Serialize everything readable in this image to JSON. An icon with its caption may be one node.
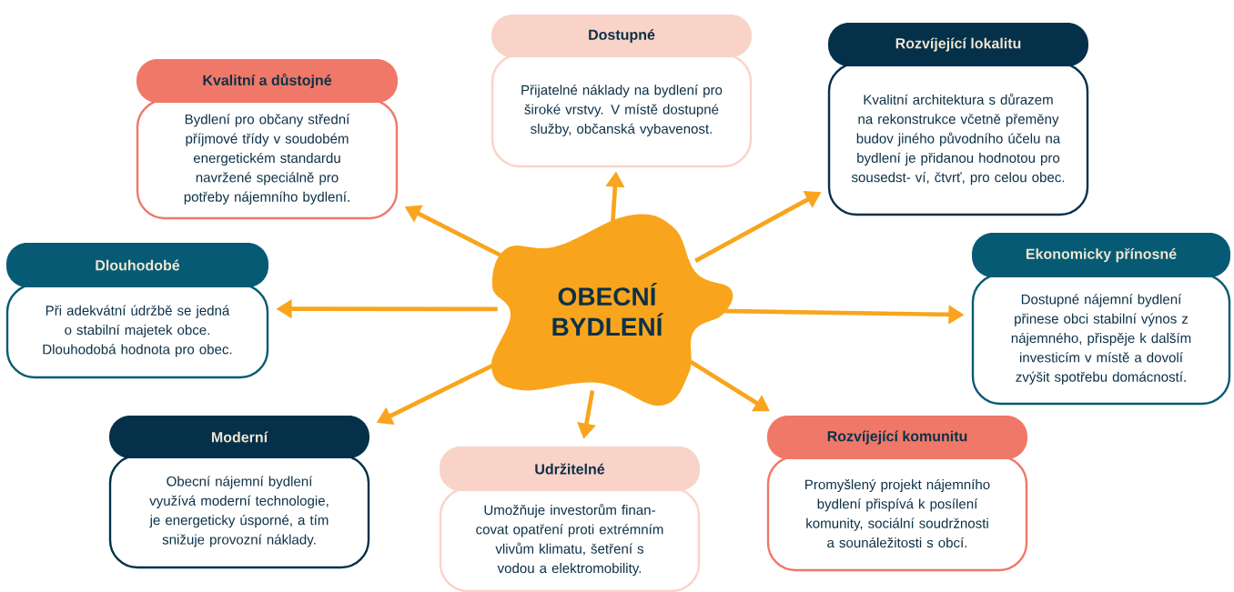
{
  "diagram": {
    "nodes": [
      {
        "text": [
          "OBECNÍ BYDLENÍ"
        ]
      },
      {
        "text": [
          "Dostupné",
          "Přijatelné náklady na bydlení pro široké vrstvy. V místě dostupné služby, občanská vybavenost."
        ]
      },
      {
        "text": [
          "Rozvíjející lokalitu",
          "Kvalitní architektura s důrazem na rekonstrukce včetně přeměny budov jiného původního účelu na bydlení je přidanou hodnotou pro sousedst- ví, čtvrť, pro celou obec."
        ]
      },
      {
        "text": [
          "Kvalitní a důstojné",
          "Bydlení pro občany střední příjmové třídy v soudobém energetickém standardu navržené speciálně pro potřeby nájemního bydlení."
        ]
      },
      {
        "text": [
          "Dlouhodobé",
          "Při adekvátní údržbě se jedná o stabilní majetek obce. Dlouhodobá hodnota pro obec."
        ]
      },
      {
        "text": [
          "Ekonomicky přínosné",
          "Dostupné nájemní bydlení přinese obci stabilní výnos z nájemného, přispěje k dalším investicím v místě a dovolí zvýšit spotřebu domácností."
        ]
      },
      {
        "text": [
          "Moderní",
          "Obecní nájemní bydlení využívá moderní technologie, je energeticky úsporné, a tím snižuje provozní náklady."
        ]
      },
      {
        "text": [
          "Udržitelné",
          "Umožňuje investorům finan- covat opatření proti extrémním vlivům klimatu, šetření s vodou a elektromobility."
        ]
      },
      {
        "text": [
          "Rozvíjející komunitu",
          "Promyšlený projekt nájemního bydlení přispívá k posílení komunity, sociální soudržnosti a sounáležitosti s obcí."
        ]
      }
    ],
    "edges": [
      {
        "from": 0,
        "to": 1,
        "arrow": "to"
      },
      {
        "from": 0,
        "to": 2,
        "arrow": "to"
      },
      {
        "from": 0,
        "to": 3,
        "arrow": "to"
      },
      {
        "from": 0,
        "to": 4,
        "arrow": "to"
      },
      {
        "from": 0,
        "to": 5,
        "arrow": "to"
      },
      {
        "from": 0,
        "to": 6,
        "arrow": "to"
      },
      {
        "from": 0,
        "to": 7,
        "arrow": "to"
      },
      {
        "from": 0,
        "to": 8,
        "arrow": "to"
      }
    ]
  }
}
